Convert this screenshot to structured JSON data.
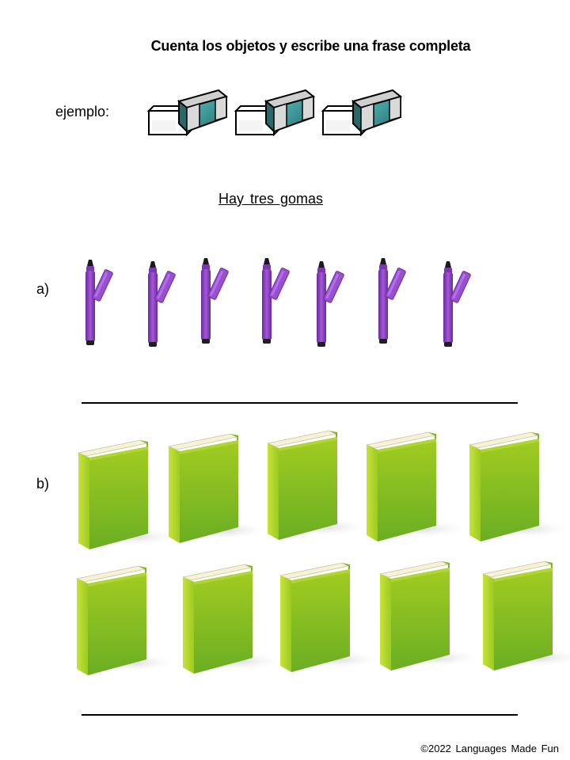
{
  "worksheet": {
    "title": "Cuenta los objetos y escribe una frase completa",
    "example_label": "ejemplo:",
    "example_answer": "Hay tres gomas",
    "example_object": "eraser-icon",
    "example_count": 3
  },
  "questions": [
    {
      "label": "a)",
      "object": "marker-icon",
      "count": 7
    },
    {
      "label": "b)",
      "object": "book-icon",
      "count": 10
    }
  ],
  "footer": {
    "copyright": "©2022 Languages Made Fun"
  },
  "colors": {
    "marker": "#8c3fc0",
    "book": "#8cc51d",
    "eraser_band": "#2e8f8f",
    "line": "#000000"
  }
}
